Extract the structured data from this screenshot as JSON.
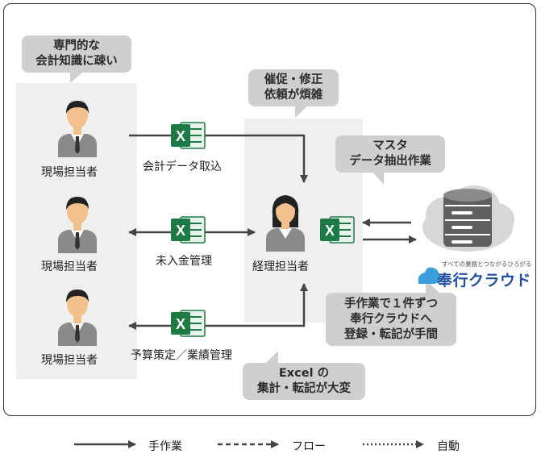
{
  "people": {
    "field_1": "現場担当者",
    "field_2": "現場担当者",
    "field_3": "現場担当者",
    "accountant": "経理担当者"
  },
  "bubbles": {
    "accounting_knowledge": [
      "専門的な",
      "会計知識に疎い"
    ],
    "reminders": [
      "催促・修正",
      "依頼が煩雑"
    ],
    "master_data": [
      "マスタ",
      "データ抽出作業"
    ],
    "manual_entry": [
      "手作業で１件ずつ",
      "奉行クラウドへ",
      "登録・転記が手間"
    ],
    "excel_aggregation": [
      "Excel の",
      "集計・転記が大変"
    ]
  },
  "flows": {
    "import": "会計データ取込",
    "receivables": "未入金管理",
    "budget": "予算策定／業績管理"
  },
  "logo": {
    "tagline": "すべての業務とつながるひろがる",
    "brand": "奉行クラウド"
  },
  "legend": {
    "manual": "手作業",
    "flow": "フロー",
    "auto": "自動"
  },
  "colors": {
    "excel_green": "#1d7a45",
    "panel": "#efefef",
    "bubble": "#cfcfcf",
    "arrow": "#444444",
    "brand_blue": "#1e4f9c"
  }
}
